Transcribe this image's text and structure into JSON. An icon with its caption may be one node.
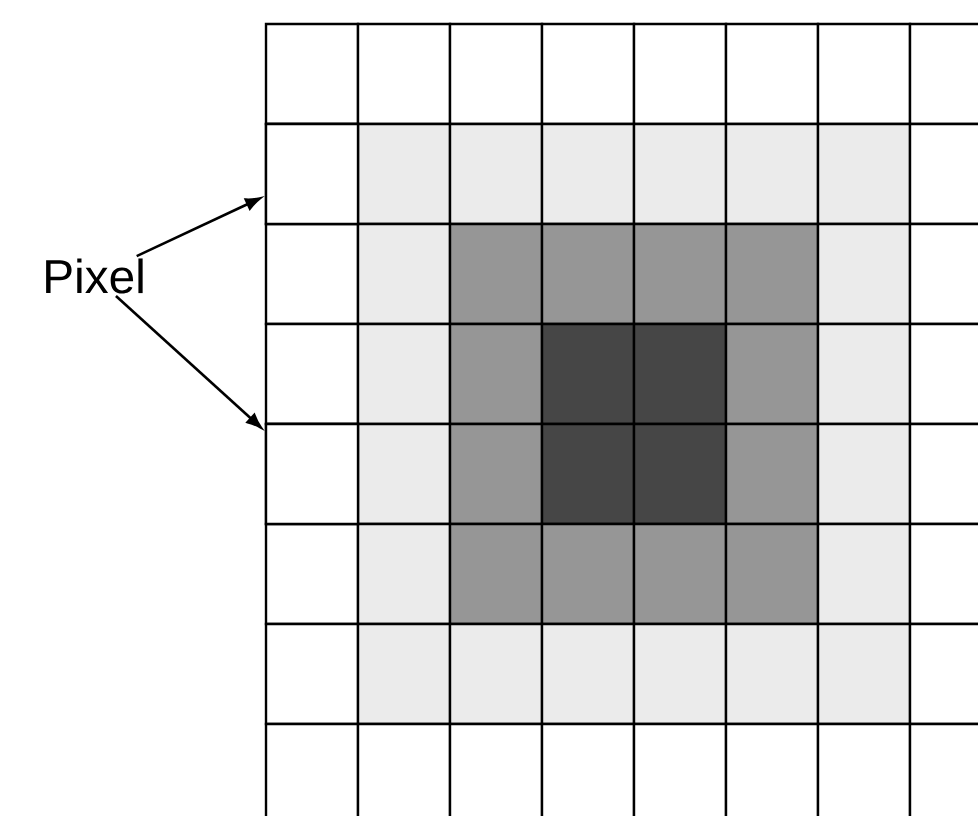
{
  "diagram": {
    "nodes": [
      {
        "text": [
          "Pixel"
        ]
      },
      {
        "text": [],
        "shape": "box"
      },
      {
        "text": [],
        "shape": "box"
      }
    ],
    "edges": [
      {
        "from": 0,
        "to": 1,
        "arrow": "to"
      },
      {
        "from": 0,
        "to": 2,
        "arrow": "to"
      }
    ]
  }
}
